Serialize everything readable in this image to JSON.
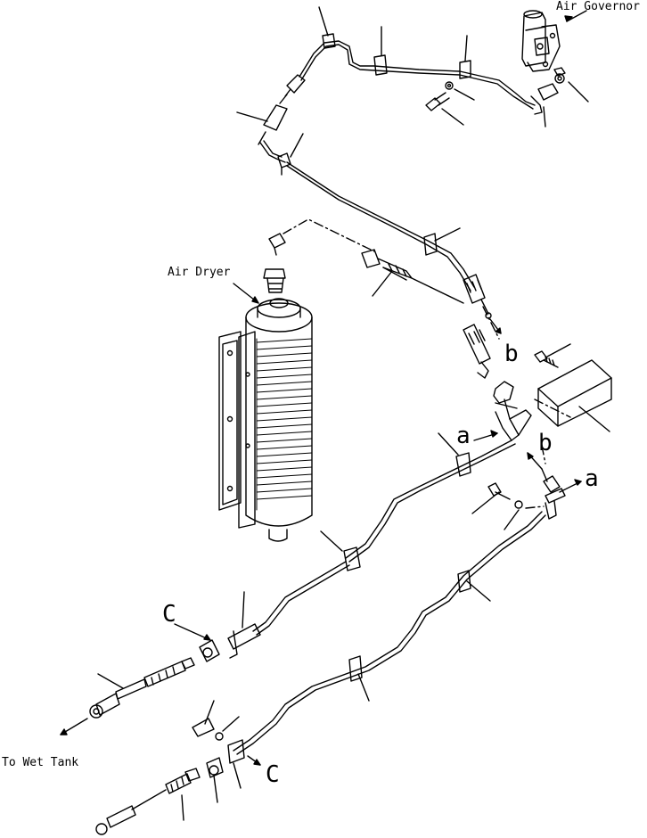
{
  "labels": {
    "air_governor": "Air Governor",
    "air_dryer": "Air Dryer",
    "to_wet_tank": "To Wet Tank"
  },
  "markers": {
    "a_left": "a",
    "a_right": "a",
    "b_upper": "b",
    "b_lower": "b",
    "c_left": "C",
    "c_right": "C"
  },
  "colors": {
    "line": "#000000",
    "background": "#ffffff"
  }
}
